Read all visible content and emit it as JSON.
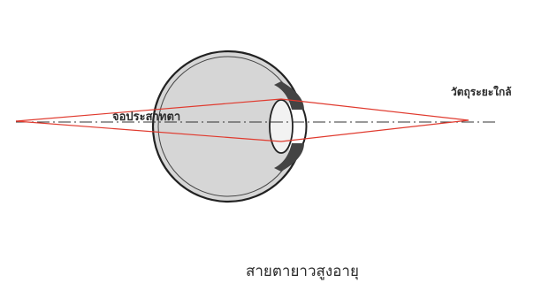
{
  "labels": {
    "retina": "จอประสาทตา",
    "near_object": "วัตถุระยะใกล้",
    "caption": "สายตายาวสูงอายุ"
  },
  "colors": {
    "ray": "#e03a2e",
    "axis": "#333333",
    "eyeball_fill": "#d6d6d6",
    "outline": "#222222",
    "lens_fill": "#f2f2f2",
    "iris": "#444444"
  }
}
